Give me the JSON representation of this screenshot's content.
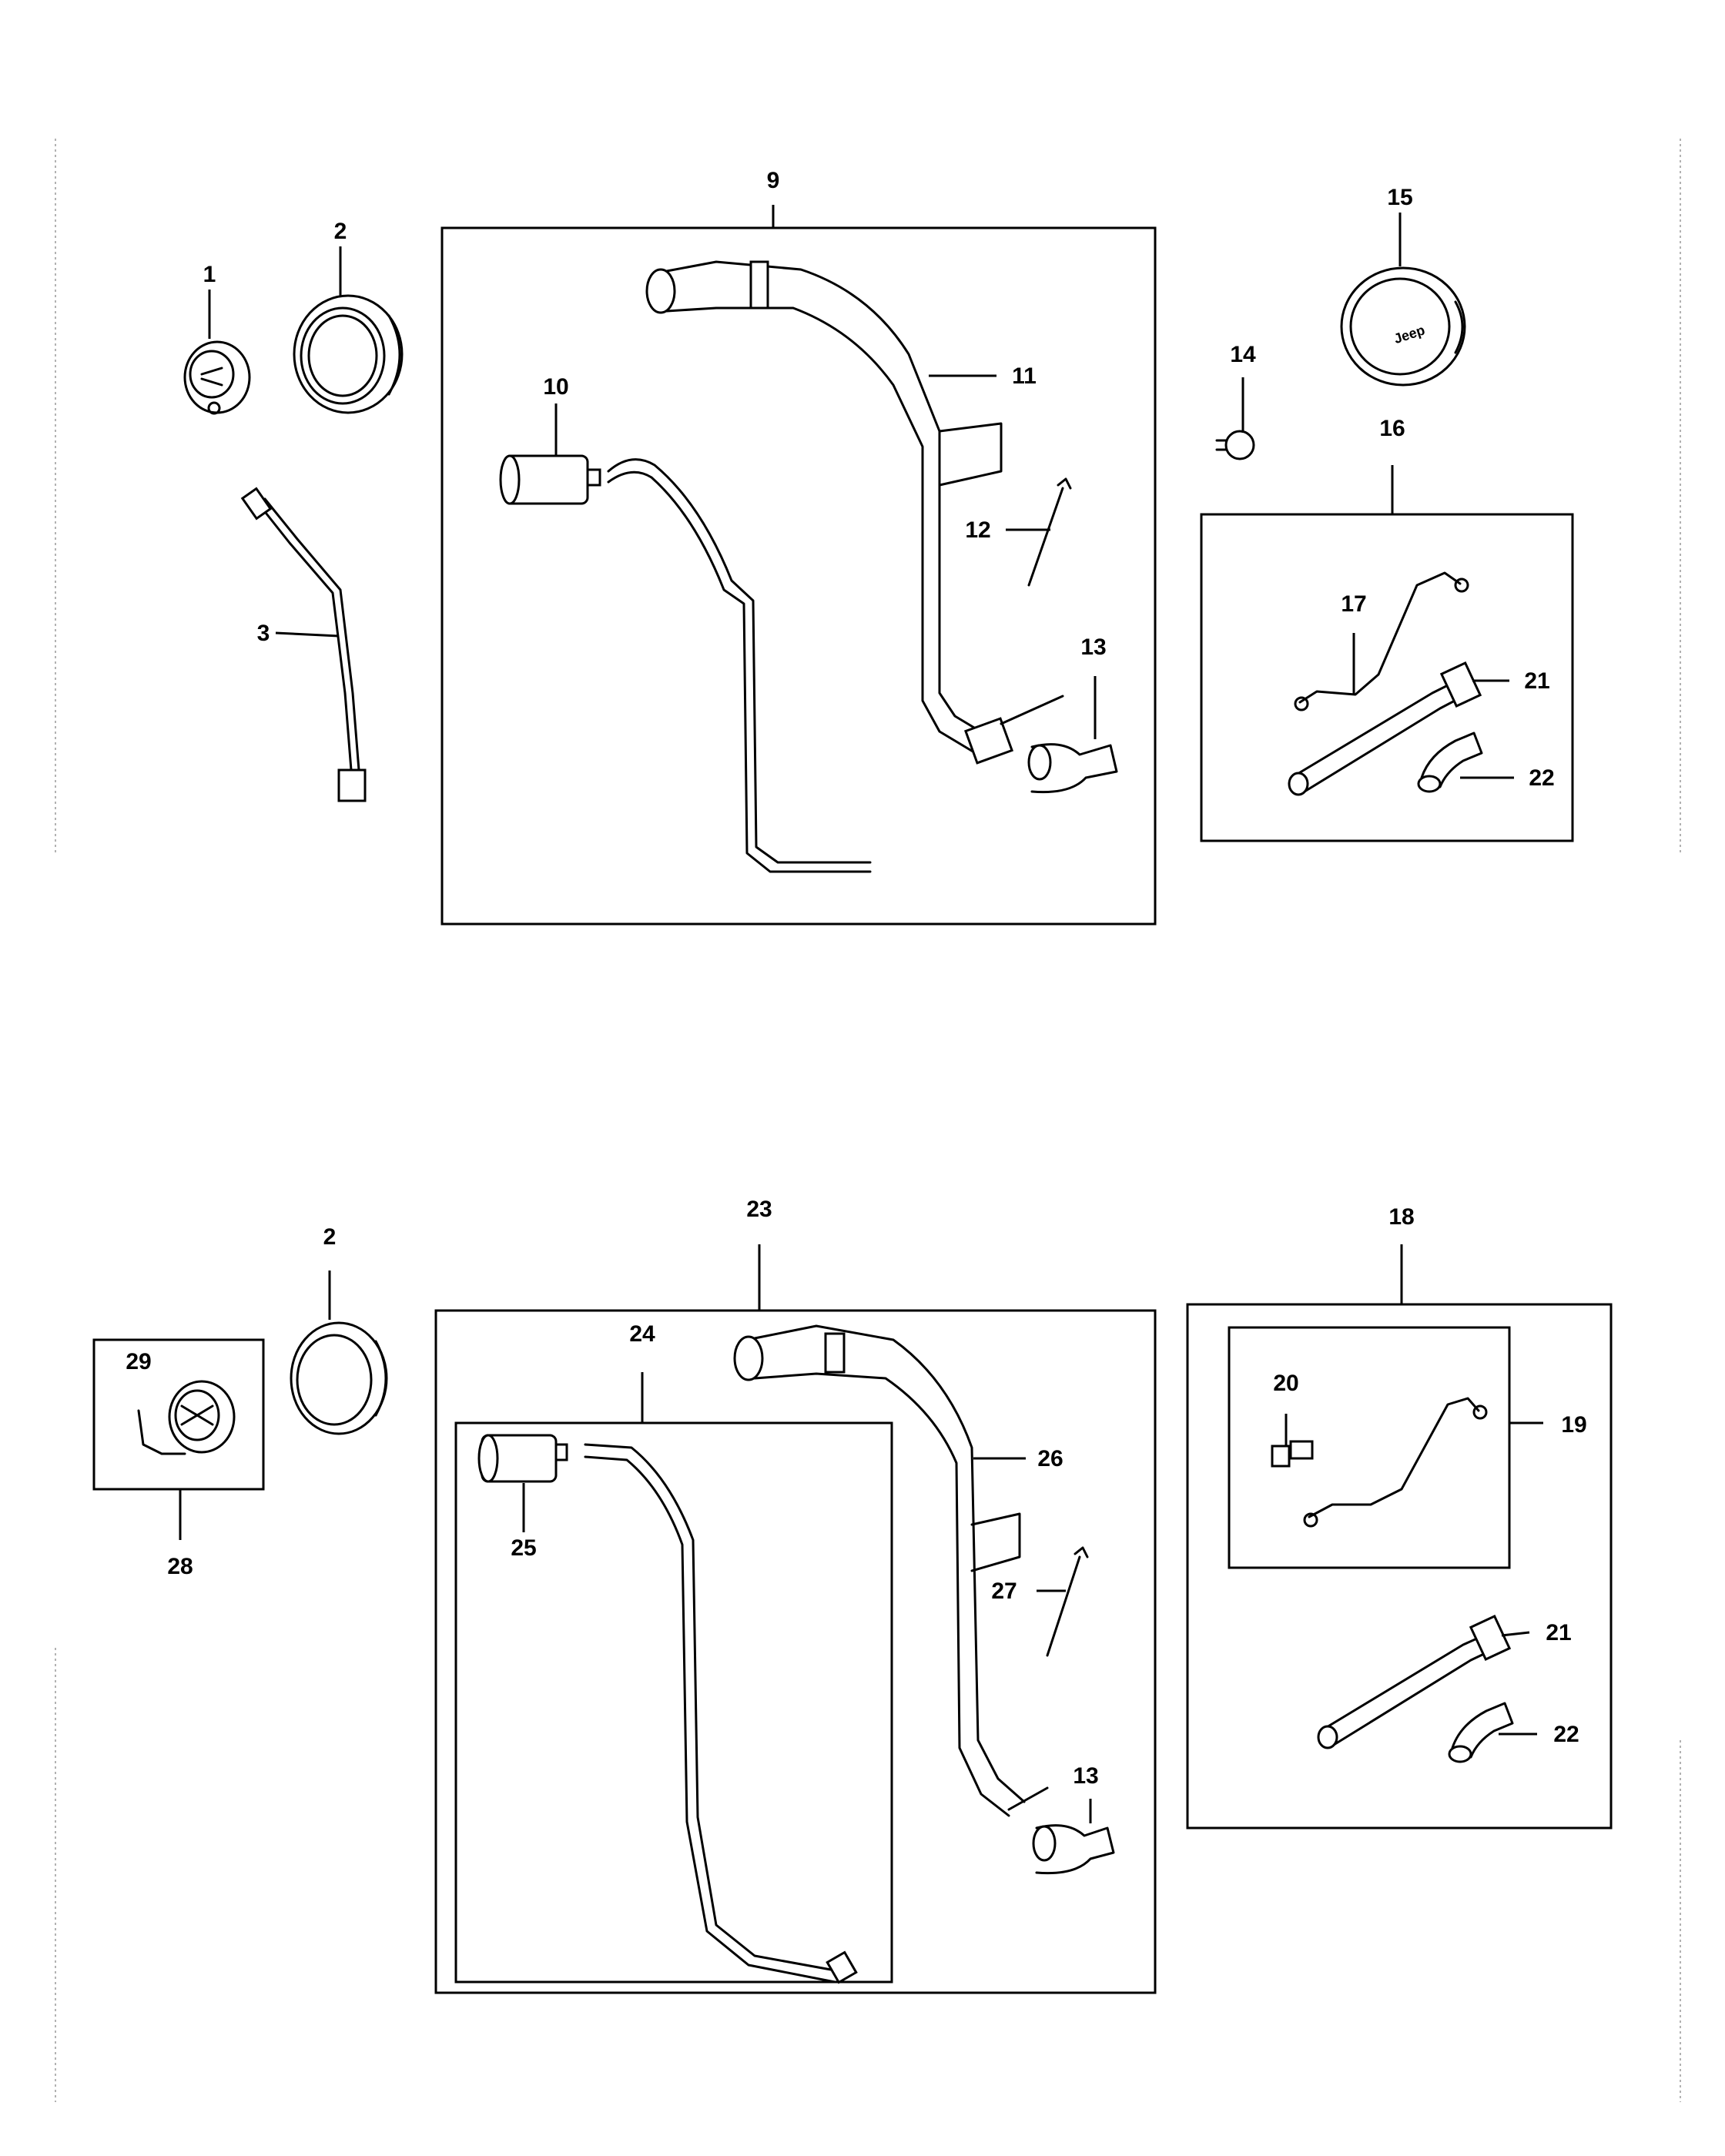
{
  "callouts": {
    "c1": "1",
    "c2a": "2",
    "c3": "3",
    "c9": "9",
    "c10": "10",
    "c11": "11",
    "c12": "12",
    "c13a": "13",
    "c14": "14",
    "c15": "15",
    "c16": "16",
    "c17": "17",
    "c21a": "21",
    "c22a": "22",
    "c2b": "2",
    "c29": "29",
    "c28": "28",
    "c23": "23",
    "c24": "24",
    "c25": "25",
    "c26": "26",
    "c27": "27",
    "c13b": "13",
    "c18": "18",
    "c20": "20",
    "c19": "19",
    "c21b": "21",
    "c22b": "22"
  },
  "logo": "Jeep"
}
